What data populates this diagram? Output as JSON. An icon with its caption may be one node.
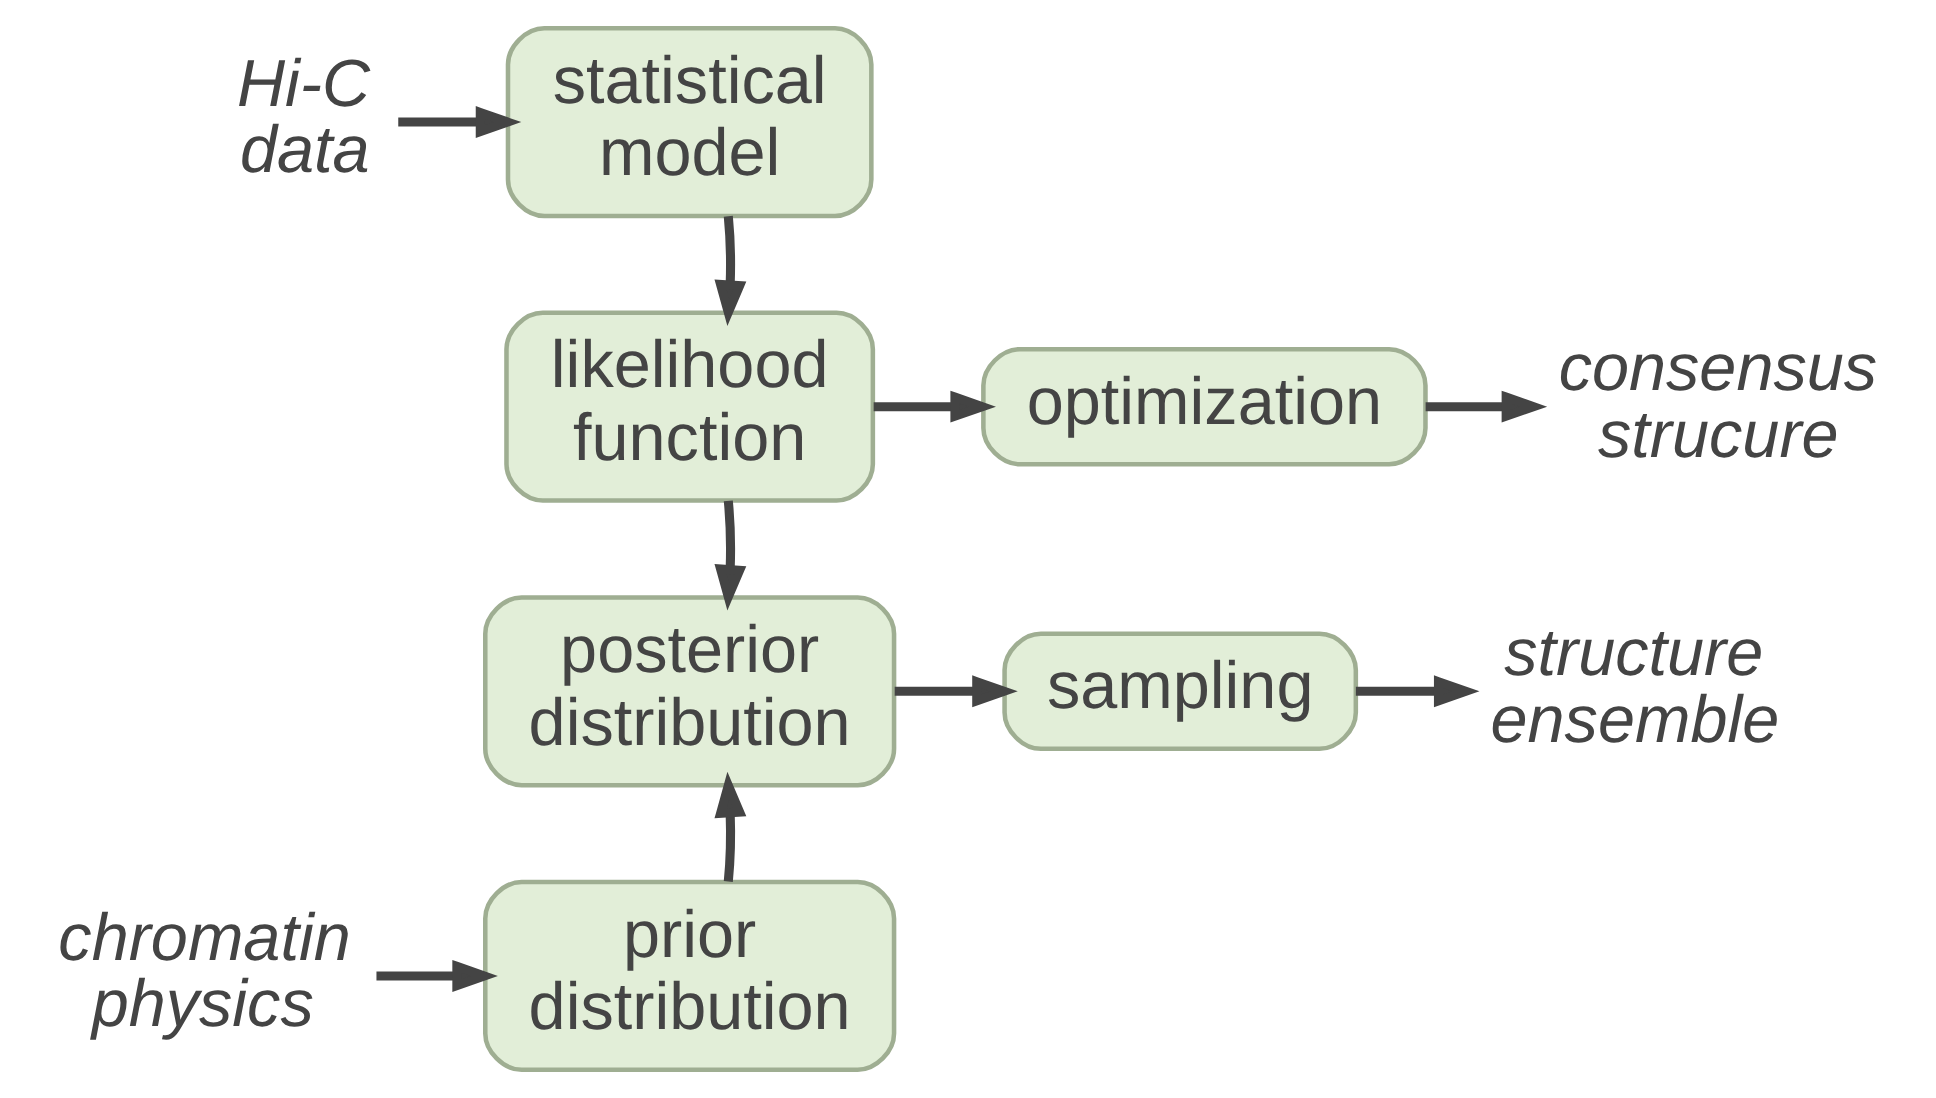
{
  "diagram": {
    "nodes": [
      {
        "text": [
          "Hi-C data"
        ]
      },
      {
        "text": [
          "statistical model"
        ]
      },
      {
        "text": [
          "likelihood function"
        ]
      },
      {
        "text": [
          "optimization"
        ]
      },
      {
        "text": [
          "consensus strucure"
        ]
      },
      {
        "text": [
          "posterior distribution"
        ]
      },
      {
        "text": [
          "sampling"
        ]
      },
      {
        "text": [
          "structure ensemble"
        ]
      },
      {
        "text": [
          "chromatin physics"
        ]
      },
      {
        "text": [
          "prior distribution"
        ]
      }
    ],
    "edges": [
      {
        "from": 0,
        "to": 1,
        "arrow": "to"
      },
      {
        "from": 1,
        "to": 2,
        "arrow": "to"
      },
      {
        "from": 2,
        "to": 3,
        "arrow": "to"
      },
      {
        "from": 3,
        "to": 4,
        "arrow": "to"
      },
      {
        "from": 2,
        "to": 5,
        "arrow": "to"
      },
      {
        "from": 5,
        "to": 6,
        "arrow": "to"
      },
      {
        "from": 6,
        "to": 7,
        "arrow": "to"
      },
      {
        "from": 8,
        "to": 9,
        "arrow": "to"
      },
      {
        "from": 9,
        "to": 5,
        "arrow": "to"
      }
    ]
  }
}
